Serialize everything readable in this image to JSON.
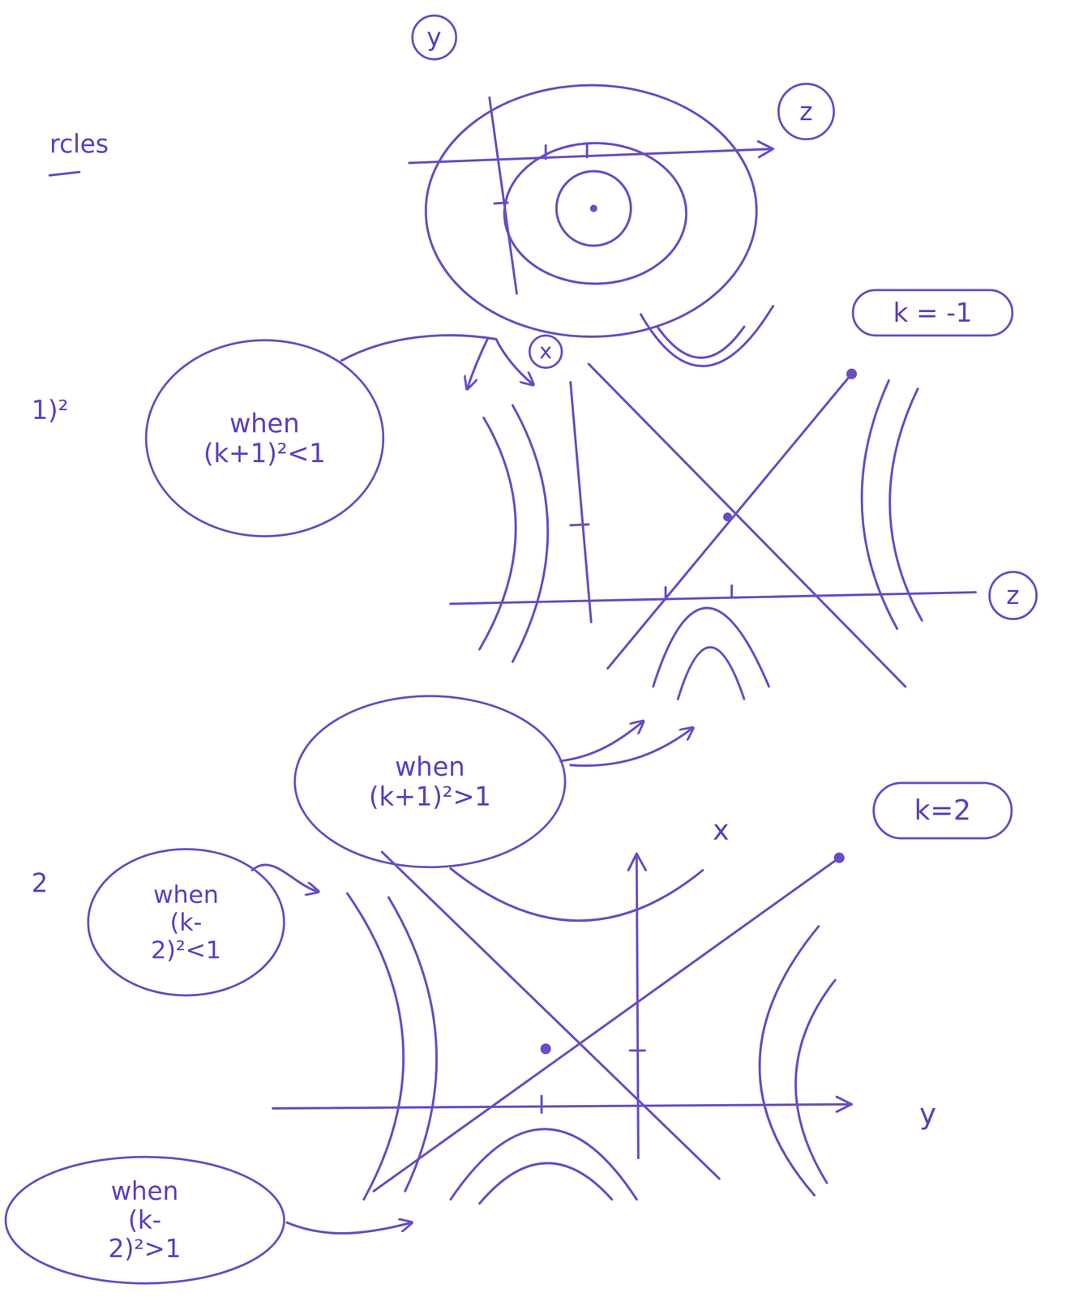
{
  "diagram": {
    "nodes": [
      {
        "text": [
          "y"
        ]
      },
      {
        "text": [
          "z"
        ]
      },
      {
        "text": [
          "x"
        ]
      },
      {
        "text": [
          "when (k+1)²<1"
        ]
      },
      {
        "text": [
          "k = -1"
        ]
      },
      {
        "text": [
          "z"
        ]
      },
      {
        "text": [
          "when (k+1)²>1"
        ]
      },
      {
        "text": [
          "k=2"
        ]
      },
      {
        "text": [
          "when (k-2)²<1"
        ]
      },
      {
        "text": [
          "when (k-2)²>1"
        ]
      }
    ],
    "labels": [
      "rcles",
      "1)²",
      "2",
      "x",
      "y"
    ]
  }
}
